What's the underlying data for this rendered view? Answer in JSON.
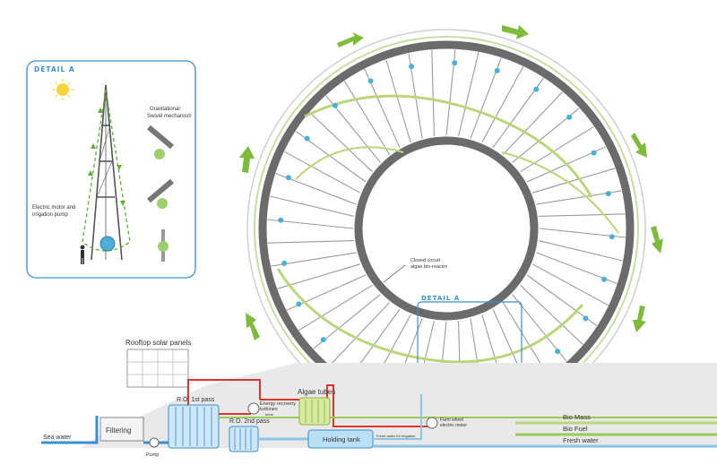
{
  "detail_a": {
    "title": "DETAIL A",
    "swivel_label_1": "Gravitational",
    "swivel_label_2": "Swivel mechanism",
    "motor_label_1": "Electric motor and",
    "motor_label_2": "irrigation pump"
  },
  "wheel": {
    "reactor_label_1": "Closed circuit",
    "reactor_label_2": "algae bio-reactor",
    "detail_box_title": "DETAIL A"
  },
  "plant": {
    "solar_label": "Rooftop solar panels",
    "filtering_label": "Filtering",
    "sea_water_label": "Sea water",
    "pump_label": "Pump",
    "ro1_label": "R.O. 1st pass",
    "ro2_label": "R.O. 2nd pass",
    "energy_recovery_label_1": "Energy recovery",
    "energy_recovery_label_2": "turbines",
    "algae_tubes_label": "Algae tubes",
    "holding_tank_label": "Holding tank",
    "fresh_irrigation_label": "Fresh water for irrigation",
    "farm_wheel_label_1": "Farm wheel",
    "farm_wheel_label_2": "electric motor",
    "brine_label": "brine"
  },
  "outputs": {
    "bio_mass": "Bio Mass",
    "bio_fuel": "Bio Fuel",
    "fresh_water": "Fresh water"
  },
  "colors": {
    "ring_dark": "#6b6b6b",
    "algae_green": "#b9d77a",
    "arrow_green": "#7dbb3a",
    "pipe_blue": "#3a8fd0",
    "pipe_red": "#e0332b",
    "detail_blue": "#3a8fd0"
  }
}
